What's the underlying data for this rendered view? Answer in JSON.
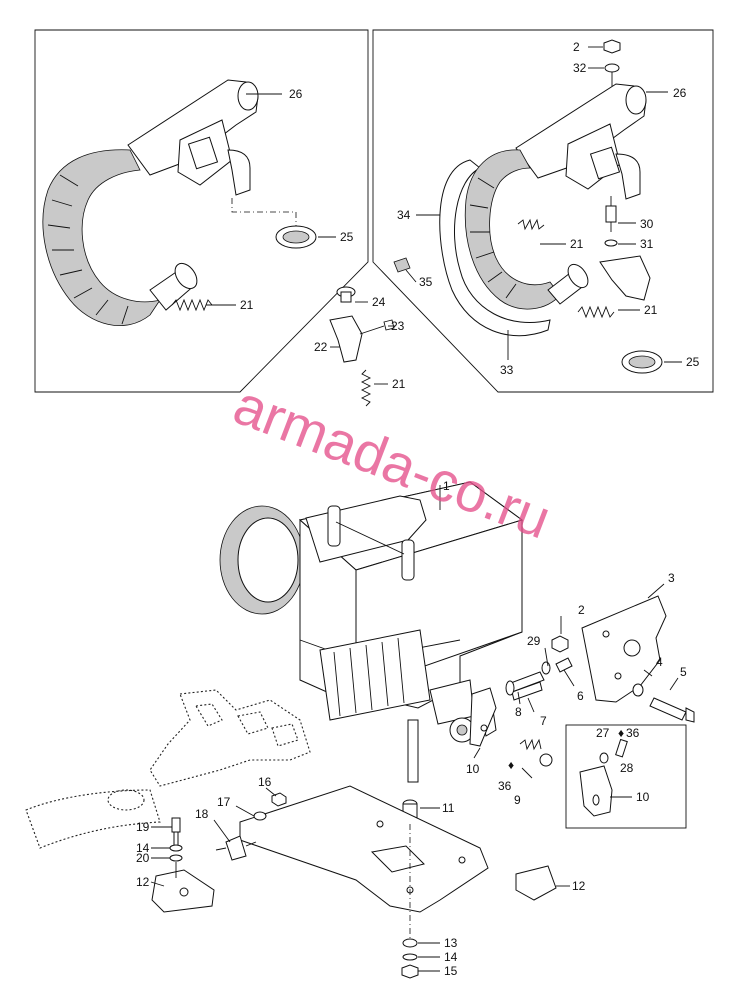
{
  "watermark": "armada-co.ru",
  "panels": {
    "left_labels": [
      "26",
      "25",
      "21"
    ],
    "right_labels": [
      "2",
      "32",
      "26",
      "34",
      "30",
      "21",
      "31",
      "35",
      "21",
      "25",
      "33"
    ],
    "middle_labels": [
      "24",
      "23",
      "22",
      "21"
    ]
  },
  "engine_labels": [
    "1",
    "3",
    "2",
    "29",
    "4",
    "5",
    "6",
    "7",
    "8",
    "10",
    "36",
    "9",
    "11",
    "16",
    "17",
    "18",
    "19",
    "14",
    "20",
    "12",
    "13",
    "14",
    "15",
    "12"
  ],
  "inset": {
    "labels": [
      "27",
      "36",
      "28",
      "10"
    ],
    "drop_symbol": "♦"
  },
  "drop_symbol": "♦"
}
